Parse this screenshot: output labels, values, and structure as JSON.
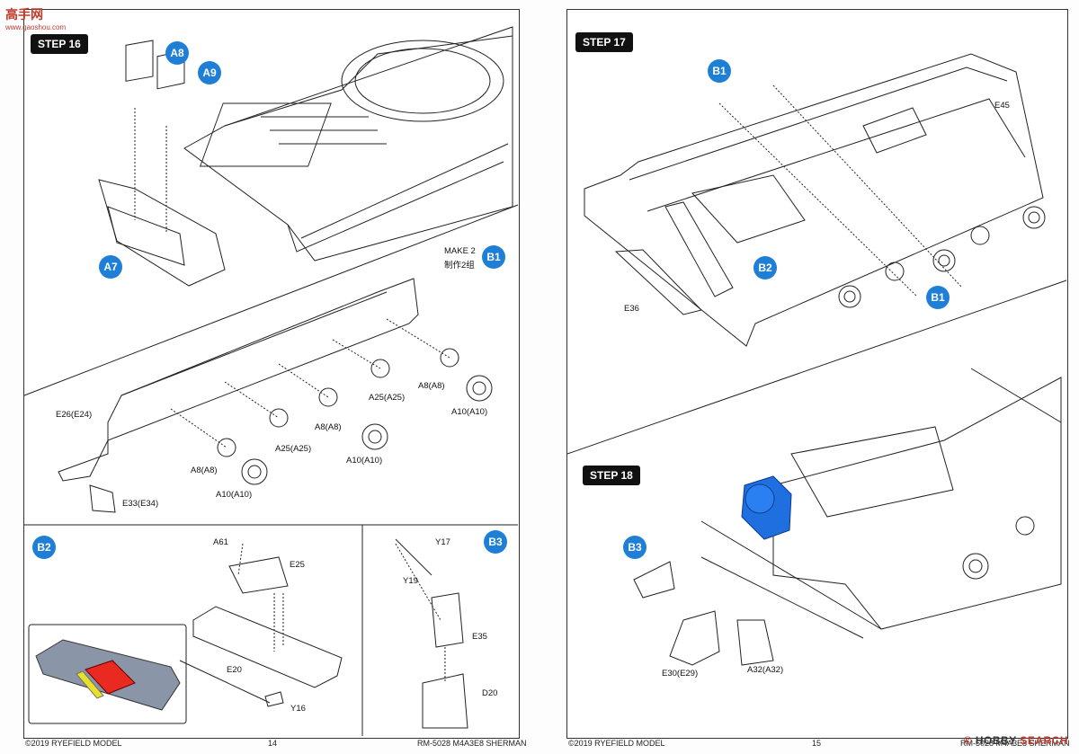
{
  "watermark_top": {
    "title": "高手网",
    "sub": "www.gaoshou.com"
  },
  "watermark_bottom": {
    "left": "HOBBY",
    "right": "SEARCH",
    "mark": "©"
  },
  "left": {
    "step16": "STEP 16",
    "step16_parts": {
      "a8": "A8",
      "a9": "A9",
      "a7": "A7"
    },
    "b1_block": {
      "make": "MAKE 2",
      "make_cn": "制作2组",
      "badge": "B1",
      "labels": {
        "e26": "E26(E24)",
        "e33": "E33(E34)",
        "a8a": "A8(A8)",
        "a10a": "A10(A10)",
        "a25a": "A25(A25)",
        "a8b": "A8(A8)",
        "a10b": "A10(A10)",
        "a25b": "A25(A25)",
        "a8c": "A8(A8)",
        "a10c": "A10(A10)"
      }
    },
    "b2_block": {
      "badge": "B2",
      "labels": {
        "a61": "A61",
        "e25": "E25",
        "e20": "E20",
        "y16": "Y16"
      }
    },
    "b3_block": {
      "badge": "B3",
      "labels": {
        "y17": "Y17",
        "y19": "Y19",
        "e35": "E35",
        "d20": "D20"
      }
    },
    "footer": {
      "copyright": "©2019 RYEFIELD MODEL",
      "page": "14",
      "model": "RM-5028 M4A3E8 SHERMAN"
    }
  },
  "right": {
    "step17": "STEP 17",
    "step17_parts": {
      "b1_top": "B1",
      "e45": "E45",
      "b2": "B2",
      "b1_bottom": "B1",
      "e36": "E36"
    },
    "step18": "STEP 18",
    "step18_parts": {
      "b3": "B3",
      "e30": "E30(E29)",
      "a32": "A32(A32)"
    },
    "footer": {
      "copyright": "©2019 RYEFIELD MODEL",
      "page": "15",
      "model": "RM-5028 M4A3E8 SHERMAN"
    }
  },
  "colors": {
    "badge": "#1f7fd6",
    "highlight_blue": "#1f6fe0",
    "red": "#e82a20",
    "yellow": "#e8e02a",
    "gray_part": "#8a95a8"
  }
}
